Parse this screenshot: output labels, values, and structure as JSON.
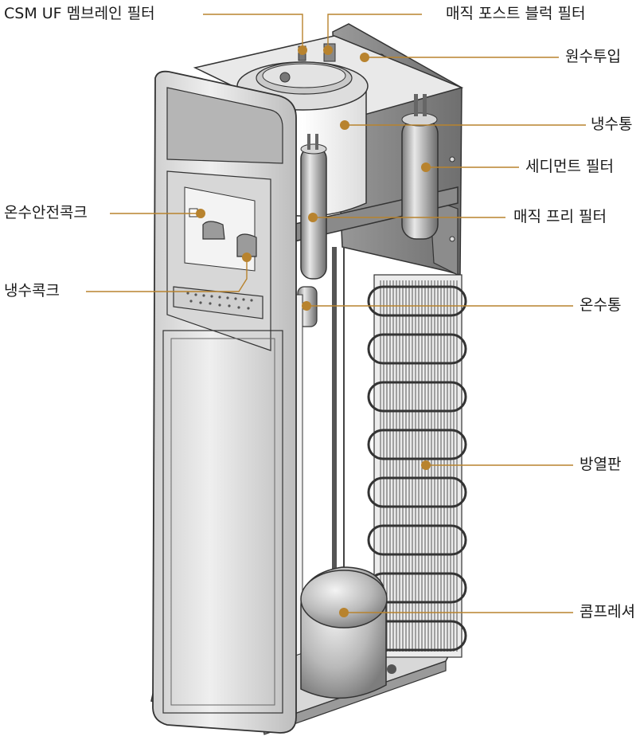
{
  "diagram": {
    "colors": {
      "leader": "#b8832e",
      "dot": "#b8832e",
      "text": "#1a1a1a"
    },
    "labels": {
      "csm_uf_filter": "CSM UF 멤브레인 필터",
      "magic_post_block_filter": "매직 포스트 블럭 필터",
      "raw_water_inlet": "원수투입",
      "cold_water_tank": "냉수통",
      "sediment_filter": "세디먼트 필터",
      "magic_pre_filter": "매직 프리 필터",
      "hot_water_safety_cock": "온수안전콕크",
      "cold_water_cock": "냉수콕크",
      "hot_water_tank": "온수통",
      "radiator": "방열판",
      "compressor": "콤프레셔"
    }
  }
}
